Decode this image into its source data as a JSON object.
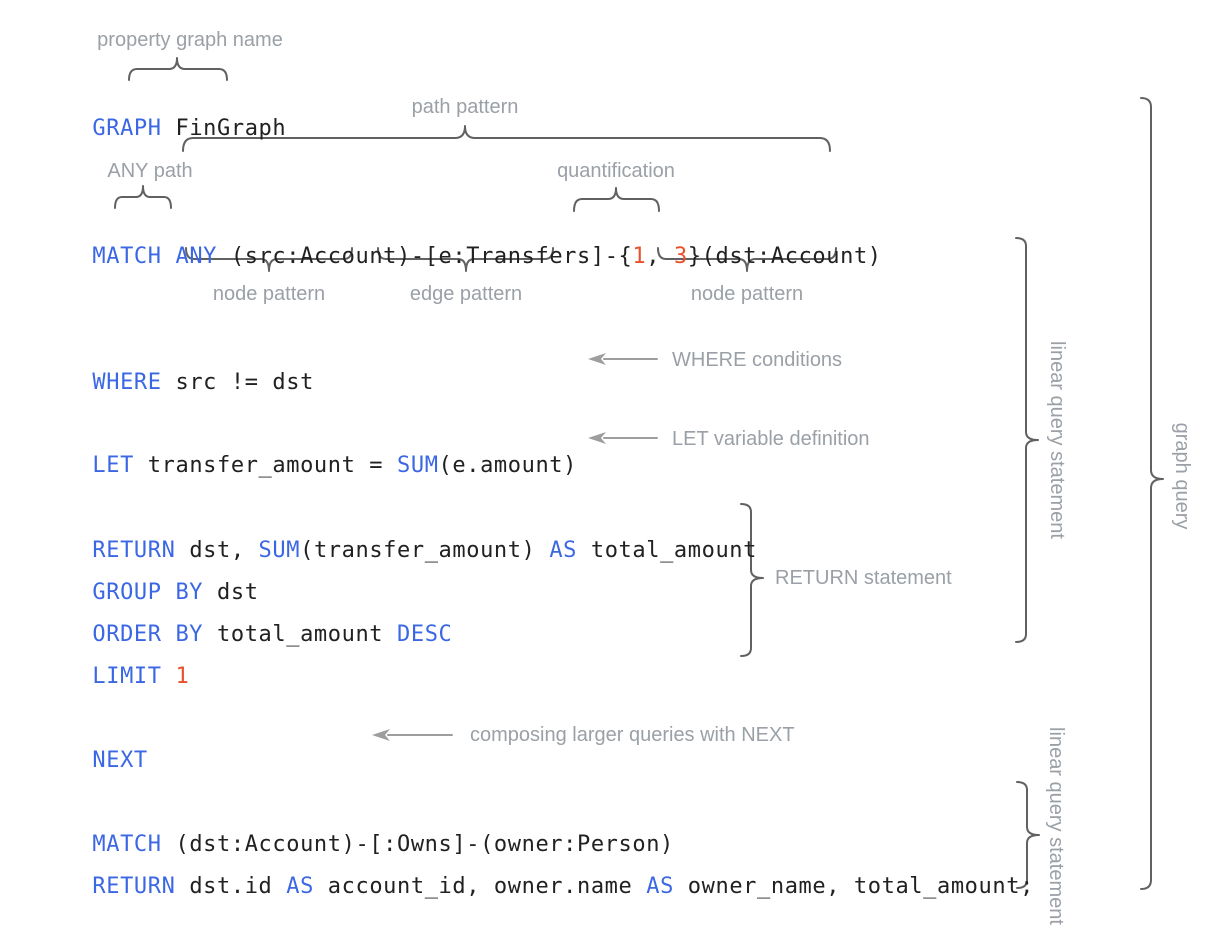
{
  "colors": {
    "kw": "#3b67e5",
    "num": "#e85129",
    "code": "#212121",
    "label": "#9aa0a6",
    "brace": "#616161",
    "arrow": "#9e9e9e"
  },
  "annotations": {
    "property_graph_name": "property graph name",
    "path_pattern": "path pattern",
    "any_path": "ANY path",
    "quantification": "quantification",
    "node_pattern_src": "node pattern",
    "edge_pattern": "edge pattern",
    "node_pattern_dst": "node pattern",
    "where_conditions": "WHERE conditions",
    "let_variable_definition": "LET variable definition",
    "return_statement": "RETURN statement",
    "composing_next": "composing larger queries with NEXT",
    "linear_query_statement_1": "linear query statement",
    "graph_query": "graph query",
    "linear_query_statement_2": "linear query statement"
  },
  "code": {
    "graph_line": {
      "tokens": [
        {
          "t": "GRAPH",
          "c": "kw"
        },
        {
          "t": " FinGraph",
          "c": "pl"
        }
      ]
    },
    "match_line": {
      "tokens": [
        {
          "t": "MATCH",
          "c": "kw"
        },
        {
          "t": " ",
          "c": "pl"
        },
        {
          "t": "ANY",
          "c": "kw"
        },
        {
          "t": " (src:Account)-[e:Transfers]-{",
          "c": "pl"
        },
        {
          "t": "1",
          "c": "num"
        },
        {
          "t": ", ",
          "c": "pl"
        },
        {
          "t": "3",
          "c": "num"
        },
        {
          "t": "}(dst:Account)",
          "c": "pl"
        }
      ]
    },
    "where_line": {
      "tokens": [
        {
          "t": "WHERE",
          "c": "kw"
        },
        {
          "t": " src != dst",
          "c": "pl"
        }
      ]
    },
    "let_line": {
      "tokens": [
        {
          "t": "LET",
          "c": "kw"
        },
        {
          "t": " transfer_amount = ",
          "c": "pl"
        },
        {
          "t": "SUM",
          "c": "kw"
        },
        {
          "t": "(e.amount)",
          "c": "pl"
        }
      ]
    },
    "return_line": {
      "tokens": [
        {
          "t": "RETURN",
          "c": "kw"
        },
        {
          "t": " dst, ",
          "c": "pl"
        },
        {
          "t": "SUM",
          "c": "kw"
        },
        {
          "t": "(transfer_amount) ",
          "c": "pl"
        },
        {
          "t": "AS",
          "c": "kw"
        },
        {
          "t": " total_amount",
          "c": "pl"
        }
      ]
    },
    "group_line": {
      "tokens": [
        {
          "t": "GROUP BY",
          "c": "kw"
        },
        {
          "t": " dst",
          "c": "pl"
        }
      ]
    },
    "order_line": {
      "tokens": [
        {
          "t": "ORDER BY",
          "c": "kw"
        },
        {
          "t": " total_amount ",
          "c": "pl"
        },
        {
          "t": "DESC",
          "c": "kw"
        }
      ]
    },
    "limit_line": {
      "tokens": [
        {
          "t": "LIMIT",
          "c": "kw"
        },
        {
          "t": " ",
          "c": "pl"
        },
        {
          "t": "1",
          "c": "num"
        }
      ]
    },
    "next_line": {
      "tokens": [
        {
          "t": "NEXT",
          "c": "kw"
        }
      ]
    },
    "match2_line": {
      "tokens": [
        {
          "t": "MATCH",
          "c": "kw"
        },
        {
          "t": " (dst:Account)-[:Owns]-(owner:Person)",
          "c": "pl"
        }
      ]
    },
    "return2_line": {
      "tokens": [
        {
          "t": "RETURN",
          "c": "kw"
        },
        {
          "t": " dst.id ",
          "c": "pl"
        },
        {
          "t": "AS",
          "c": "kw"
        },
        {
          "t": " account_id, owner.name ",
          "c": "pl"
        },
        {
          "t": "AS",
          "c": "kw"
        },
        {
          "t": " owner_name, total_amount;",
          "c": "pl"
        }
      ]
    }
  }
}
